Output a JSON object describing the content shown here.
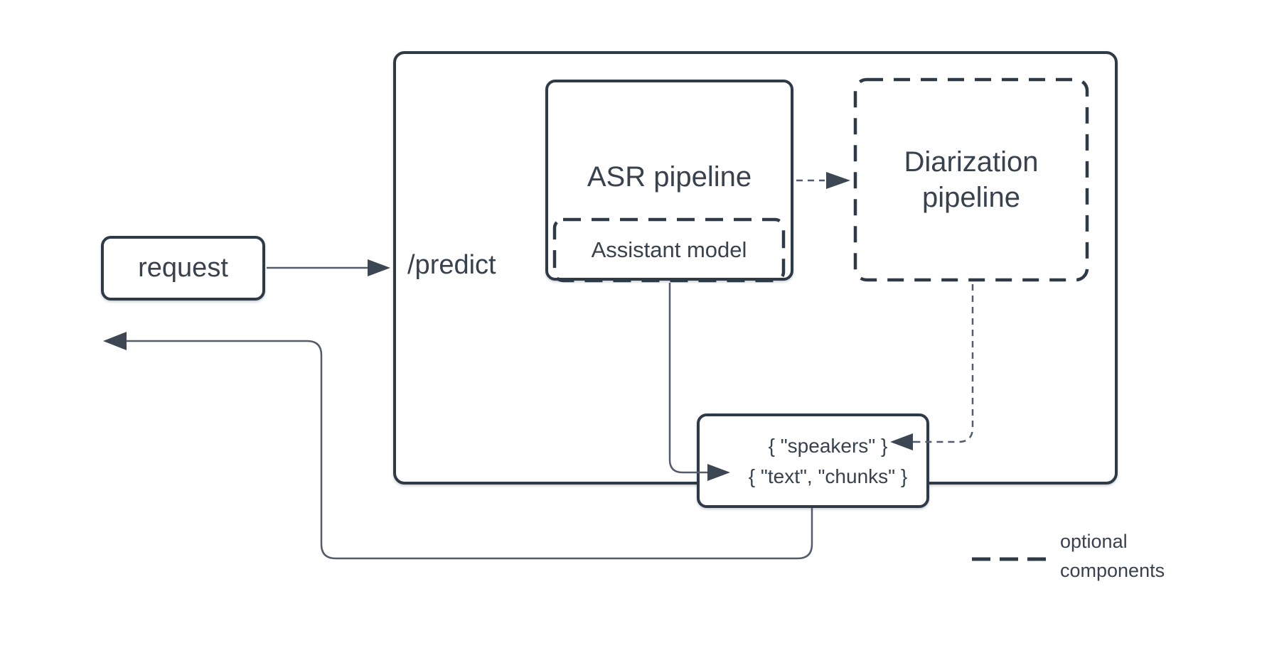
{
  "diagram": {
    "nodes": {
      "request": {
        "label": "request"
      },
      "predict_endpoint": {
        "label": "/predict"
      },
      "asr_pipeline": {
        "label": "ASR pipeline"
      },
      "assistant_model": {
        "label": "Assistant model"
      },
      "diarization_pipeline": {
        "label_line1": "Diarization",
        "label_line2": "pipeline"
      },
      "output": {
        "line1": "{ \"speakers\" }",
        "line2": "{ \"text\", \"chunks\" }"
      }
    },
    "legend": {
      "line1": "optional",
      "line2": "components"
    },
    "colors": {
      "box_stroke": "#2f3a47",
      "text": "#38424e",
      "connector_stroke": "#525c6a",
      "arrowhead_fill": "#3d4754",
      "background": "#ffffff"
    }
  }
}
